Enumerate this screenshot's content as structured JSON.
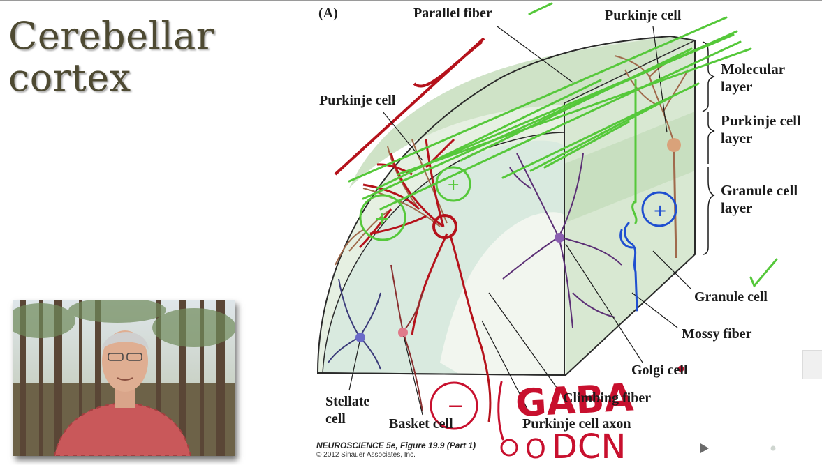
{
  "slide": {
    "title_line1": "Cerebellar",
    "title_line2": "cortex"
  },
  "figure": {
    "panel": "(A)",
    "labels": {
      "parallel_fiber": "Parallel fiber",
      "purkinje_cell_top": "Purkinje cell",
      "purkinje_cell_left": "Purkinje cell",
      "molecular_1": "Molecular",
      "molecular_2": "layer",
      "purkinje_layer_1": "Purkinje cell",
      "purkinje_layer_2": "layer",
      "granule_layer_1": "Granule cell",
      "granule_layer_2": "layer",
      "granule_cell": "Granule cell",
      "mossy_fiber": "Mossy fiber",
      "golgi_cell": "Golgi cell",
      "climbing_fiber": "Climbing fiber",
      "stellate_1": "Stellate",
      "stellate_2": "cell",
      "basket_cell": "Basket cell",
      "purkinje_axon": "Purkinje cell axon"
    },
    "caption_line1": "NEUROSCIENCE 5e, Figure 19.9 (Part 1)",
    "caption_line2": "© 2012 Sinauer Associates, Inc."
  },
  "annotations": {
    "plus_marks": [
      "+",
      "+",
      "+"
    ],
    "minus_mark": "−",
    "gaba": "GABA",
    "circle_mark": "O",
    "dcn": "DCN",
    "colors": {
      "green": "#55c83a",
      "red": "#b5121b",
      "blue": "#1f4fd0"
    }
  },
  "player": {
    "icons": [
      "play-icon",
      "captions-icon",
      "settings-icon",
      "fullscreen-icon"
    ],
    "side_handle_icon": "panel-handle-icon"
  }
}
